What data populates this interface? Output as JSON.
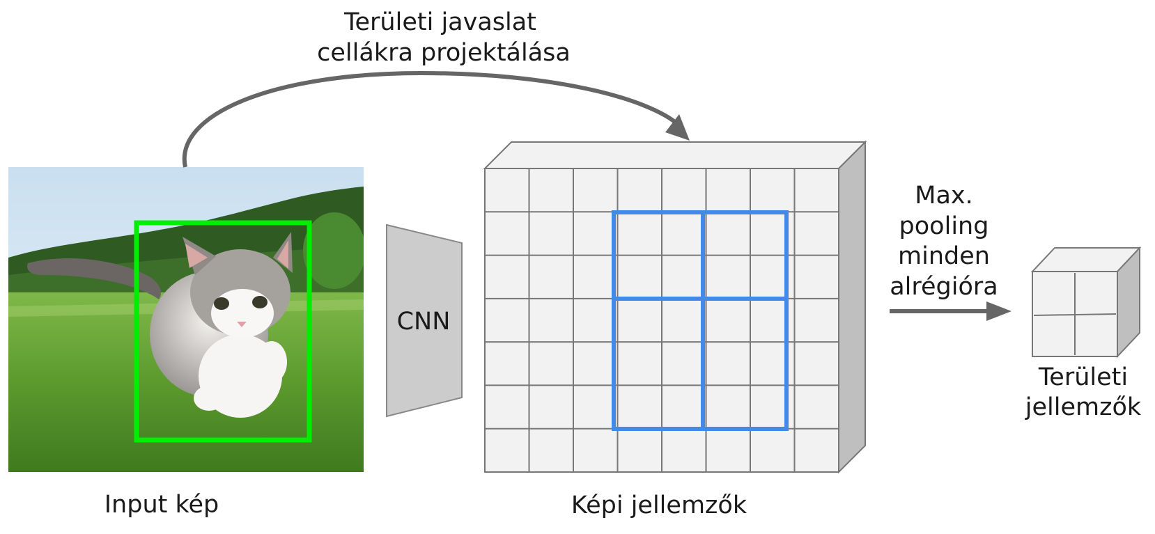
{
  "labels": {
    "arrow_top_line1": "Területi javaslat",
    "arrow_top_line2": "cellákra projektálása",
    "input_image": "Input kép",
    "cnn": "CNN",
    "feature_map": "Képi jellemzők",
    "pooling_line1": "Max.",
    "pooling_line2": "pooling",
    "pooling_line3": "minden",
    "pooling_line4": "alrégióra",
    "region_features_line1": "Területi",
    "region_features_line2": "jellemzők"
  },
  "colors": {
    "proposal_box": "#00ee00",
    "roi_grid": "#4488e8",
    "arrow": "#666666",
    "cnn_block": "#cccccc",
    "grid_face": "#f2f2f2",
    "grid_side": "#bfbfbf"
  }
}
